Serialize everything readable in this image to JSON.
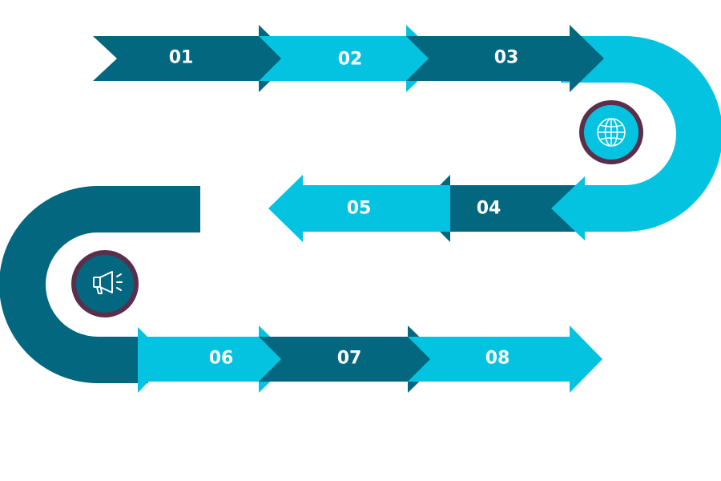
{
  "colors": {
    "dark": "#02677f",
    "light": "#04c3e0",
    "ring": "#5b2f4b",
    "label": "#ffffff",
    "background": "#ffffff"
  },
  "steps": [
    {
      "label": "01",
      "color": "dark"
    },
    {
      "label": "02",
      "color": "light"
    },
    {
      "label": "03",
      "color": "dark"
    },
    {
      "label": "04",
      "color": "dark"
    },
    {
      "label": "05",
      "color": "light"
    },
    {
      "label": "06",
      "color": "light"
    },
    {
      "label": "07",
      "color": "dark"
    },
    {
      "label": "08",
      "color": "light"
    }
  ],
  "connectors": [
    {
      "after_step": "03",
      "color": "light",
      "icon": "globe-icon"
    },
    {
      "after_step": "05",
      "color": "dark",
      "icon": "megaphone-icon"
    }
  ]
}
